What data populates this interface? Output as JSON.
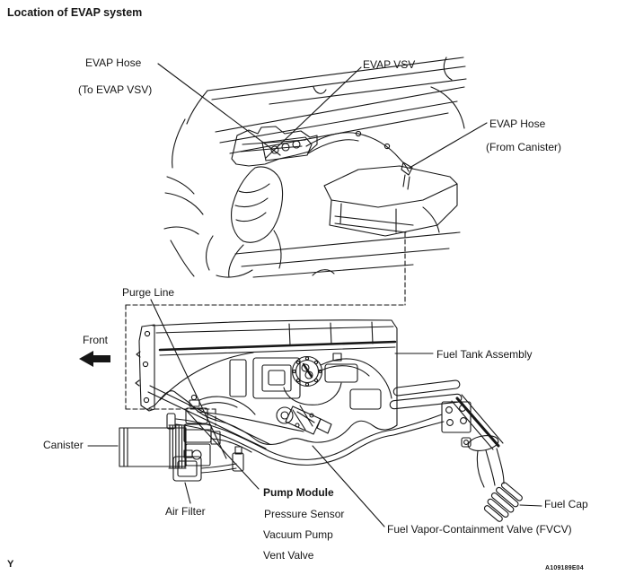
{
  "title": "Location of EVAP system",
  "ink_color": "#161616",
  "engine_labels": {
    "evap_hose_to_vsv": {
      "line1": "EVAP Hose",
      "line2": "(To EVAP VSV)"
    },
    "evap_vsv": "EVAP VSV",
    "evap_hose_from_canister": {
      "line1": "EVAP Hose",
      "line2": "(From Canister)"
    }
  },
  "tank_labels": {
    "purge_line": "Purge Line",
    "front": "Front",
    "fuel_tank_assembly": "Fuel Tank Assembly",
    "canister": "Canister",
    "air_filter": "Air Filter",
    "pump_module": "Pump Module",
    "pump_module_components": [
      "Pressure Sensor",
      "Vacuum Pump",
      "Vent Valve"
    ],
    "fvcv": "Fuel Vapor-Containment Valve (FVCV)",
    "fuel_cap": "Fuel Cap"
  },
  "footer": {
    "left_mark": "Y",
    "figure_code": "A109189E04"
  }
}
